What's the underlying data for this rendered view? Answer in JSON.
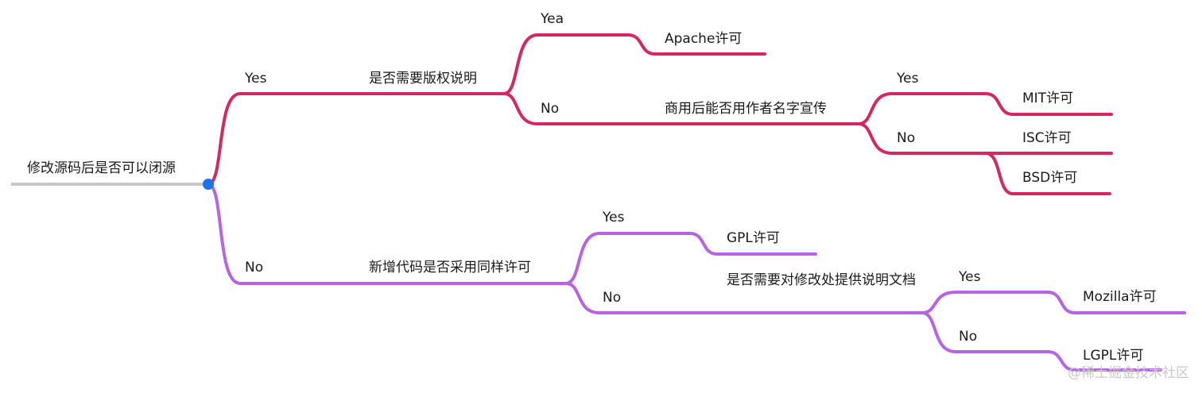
{
  "root": {
    "label": "修改源码后是否可以闭源",
    "color": "#c7c7c7",
    "dot_color": "#1a73e8"
  },
  "colors": {
    "top_branch": "#d6275e",
    "bottom_branch": "#b862e6"
  },
  "nodes": {
    "yes_top": "Yes",
    "q_copyright": "是否需要版权说明",
    "yea": "Yea",
    "apache": "Apache许可",
    "no_copyright": "No",
    "q_author_name": "商用后能否用作者名字宣传",
    "yes_name": "Yes",
    "mit": "MIT许可",
    "no_name": "No",
    "isc": "ISC许可",
    "bsd": "BSD许可",
    "no_bottom": "No",
    "q_same_license": "新增代码是否采用同样许可",
    "yes_same": "Yes",
    "gpl": "GPL许可",
    "no_same": "No",
    "q_doc": "是否需要对修改处提供说明文档",
    "yes_doc": "Yes",
    "mozilla": "Mozilla许可",
    "no_doc": "No",
    "lgpl": "LGPL许可"
  },
  "watermark": "@稀土掘金技术社区"
}
